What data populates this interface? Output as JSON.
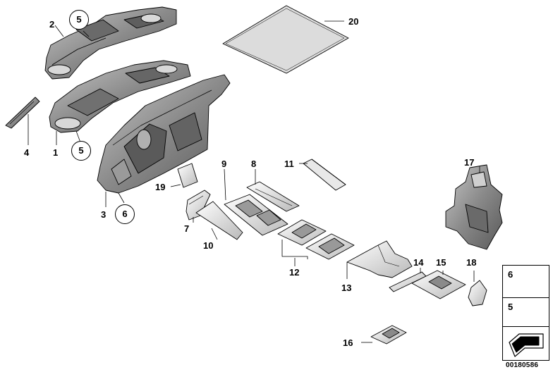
{
  "diagram": {
    "callouts": [
      {
        "id": "c2",
        "label": "2",
        "circled": false
      },
      {
        "id": "c5a",
        "label": "5",
        "circled": true
      },
      {
        "id": "c4",
        "label": "4",
        "circled": false
      },
      {
        "id": "c1",
        "label": "1",
        "circled": false
      },
      {
        "id": "c5b",
        "label": "5",
        "circled": true
      },
      {
        "id": "c3",
        "label": "3",
        "circled": false
      },
      {
        "id": "c6",
        "label": "6",
        "circled": true
      },
      {
        "id": "c19",
        "label": "19",
        "circled": false
      },
      {
        "id": "c9",
        "label": "9",
        "circled": false
      },
      {
        "id": "c8",
        "label": "8",
        "circled": false
      },
      {
        "id": "c11",
        "label": "11",
        "circled": false
      },
      {
        "id": "c20",
        "label": "20",
        "circled": false
      },
      {
        "id": "c17",
        "label": "17",
        "circled": false
      },
      {
        "id": "c7",
        "label": "7",
        "circled": false
      },
      {
        "id": "c10",
        "label": "10",
        "circled": false
      },
      {
        "id": "c12",
        "label": "12",
        "circled": false
      },
      {
        "id": "c13",
        "label": "13",
        "circled": false
      },
      {
        "id": "c14",
        "label": "14",
        "circled": false
      },
      {
        "id": "c15",
        "label": "15",
        "circled": false
      },
      {
        "id": "c18",
        "label": "18",
        "circled": false
      },
      {
        "id": "c16",
        "label": "16",
        "circled": false
      }
    ],
    "legend": [
      {
        "label": "6"
      },
      {
        "label": "5"
      }
    ],
    "document_number": "00180586"
  }
}
